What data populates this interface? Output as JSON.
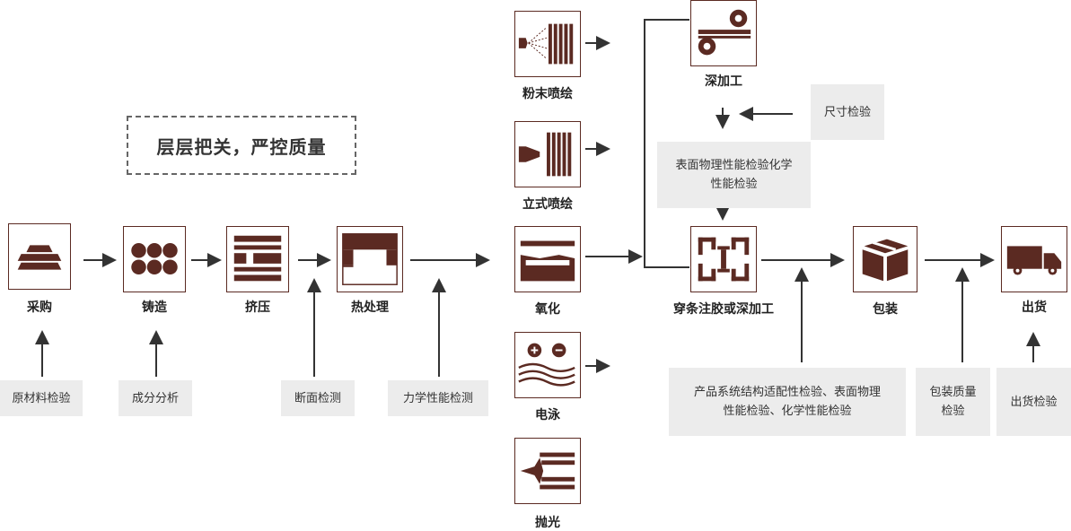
{
  "slogan": "层层把关，严控质量",
  "steps": {
    "procurement": "采购",
    "casting": "铸造",
    "extrusion": "挤压",
    "heat_treatment": "热处理",
    "powder_coating": "粉末喷绘",
    "vertical_coating": "立式喷绘",
    "oxidation": "氧化",
    "electrophoresis": "电泳",
    "polishing": "抛光",
    "deep_processing": "深加工",
    "strip_glue": "穿条注胶或深加工",
    "packaging": "包装",
    "shipping": "出货"
  },
  "inspections": {
    "raw_material": "原材料检验",
    "composition": "成分分析",
    "section": "断面检测",
    "mechanical": "力学性能检测",
    "dimension": "尺寸检验",
    "surface_line1": "表面物理性能检验化学",
    "surface_line2": "性能检验",
    "product_line1": "产品系统结构适配性检验、表面物理",
    "product_line2": "性能检验、化学性能检验",
    "pack_line1": "包装质量",
    "pack_line2": "检验",
    "shipping": "出货检验"
  },
  "colors": {
    "brand": "#5b2a22",
    "arrow": "#333333",
    "panel": "#ececec"
  }
}
